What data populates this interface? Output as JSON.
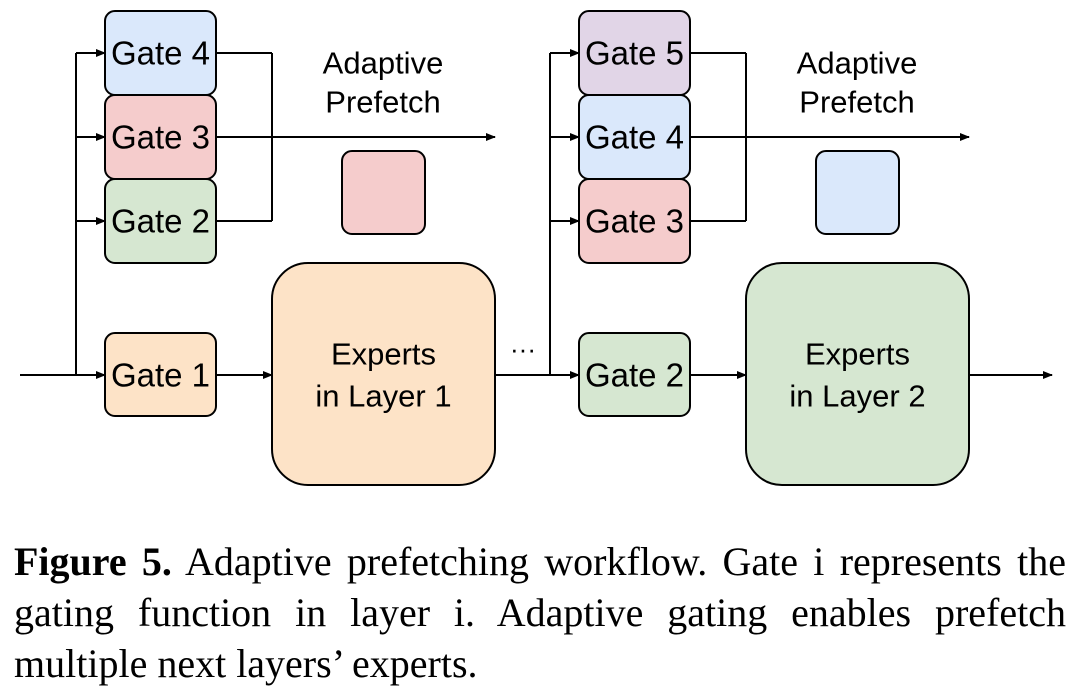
{
  "colors": {
    "orange": "#fde3c7",
    "red": "#f5cccc",
    "green": "#d6e7d1",
    "blue": "#dae8fb",
    "purple": "#e1d5e7",
    "stroke": "#000000"
  },
  "left": {
    "gates": {
      "gate4": "Gate 4",
      "gate3": "Gate 3",
      "gate2": "Gate 2",
      "gate1": "Gate 1"
    },
    "prefetch_line1": "Adaptive",
    "prefetch_line2": "Prefetch",
    "experts_line1": "Experts",
    "experts_line2": "in Layer 1"
  },
  "ellipsis": "···",
  "right": {
    "gates": {
      "gate5": "Gate 5",
      "gate4": "Gate 4",
      "gate3": "Gate 3",
      "gate2": "Gate 2"
    },
    "prefetch_line1": "Adaptive",
    "prefetch_line2": "Prefetch",
    "experts_line1": "Experts",
    "experts_line2": "in Layer 2"
  },
  "caption": {
    "label": "Figure 5.",
    "text": " Adaptive prefetching workflow. Gate i represents the gating function in layer i. Adaptive gating enables prefetch multiple next layers’ experts."
  }
}
